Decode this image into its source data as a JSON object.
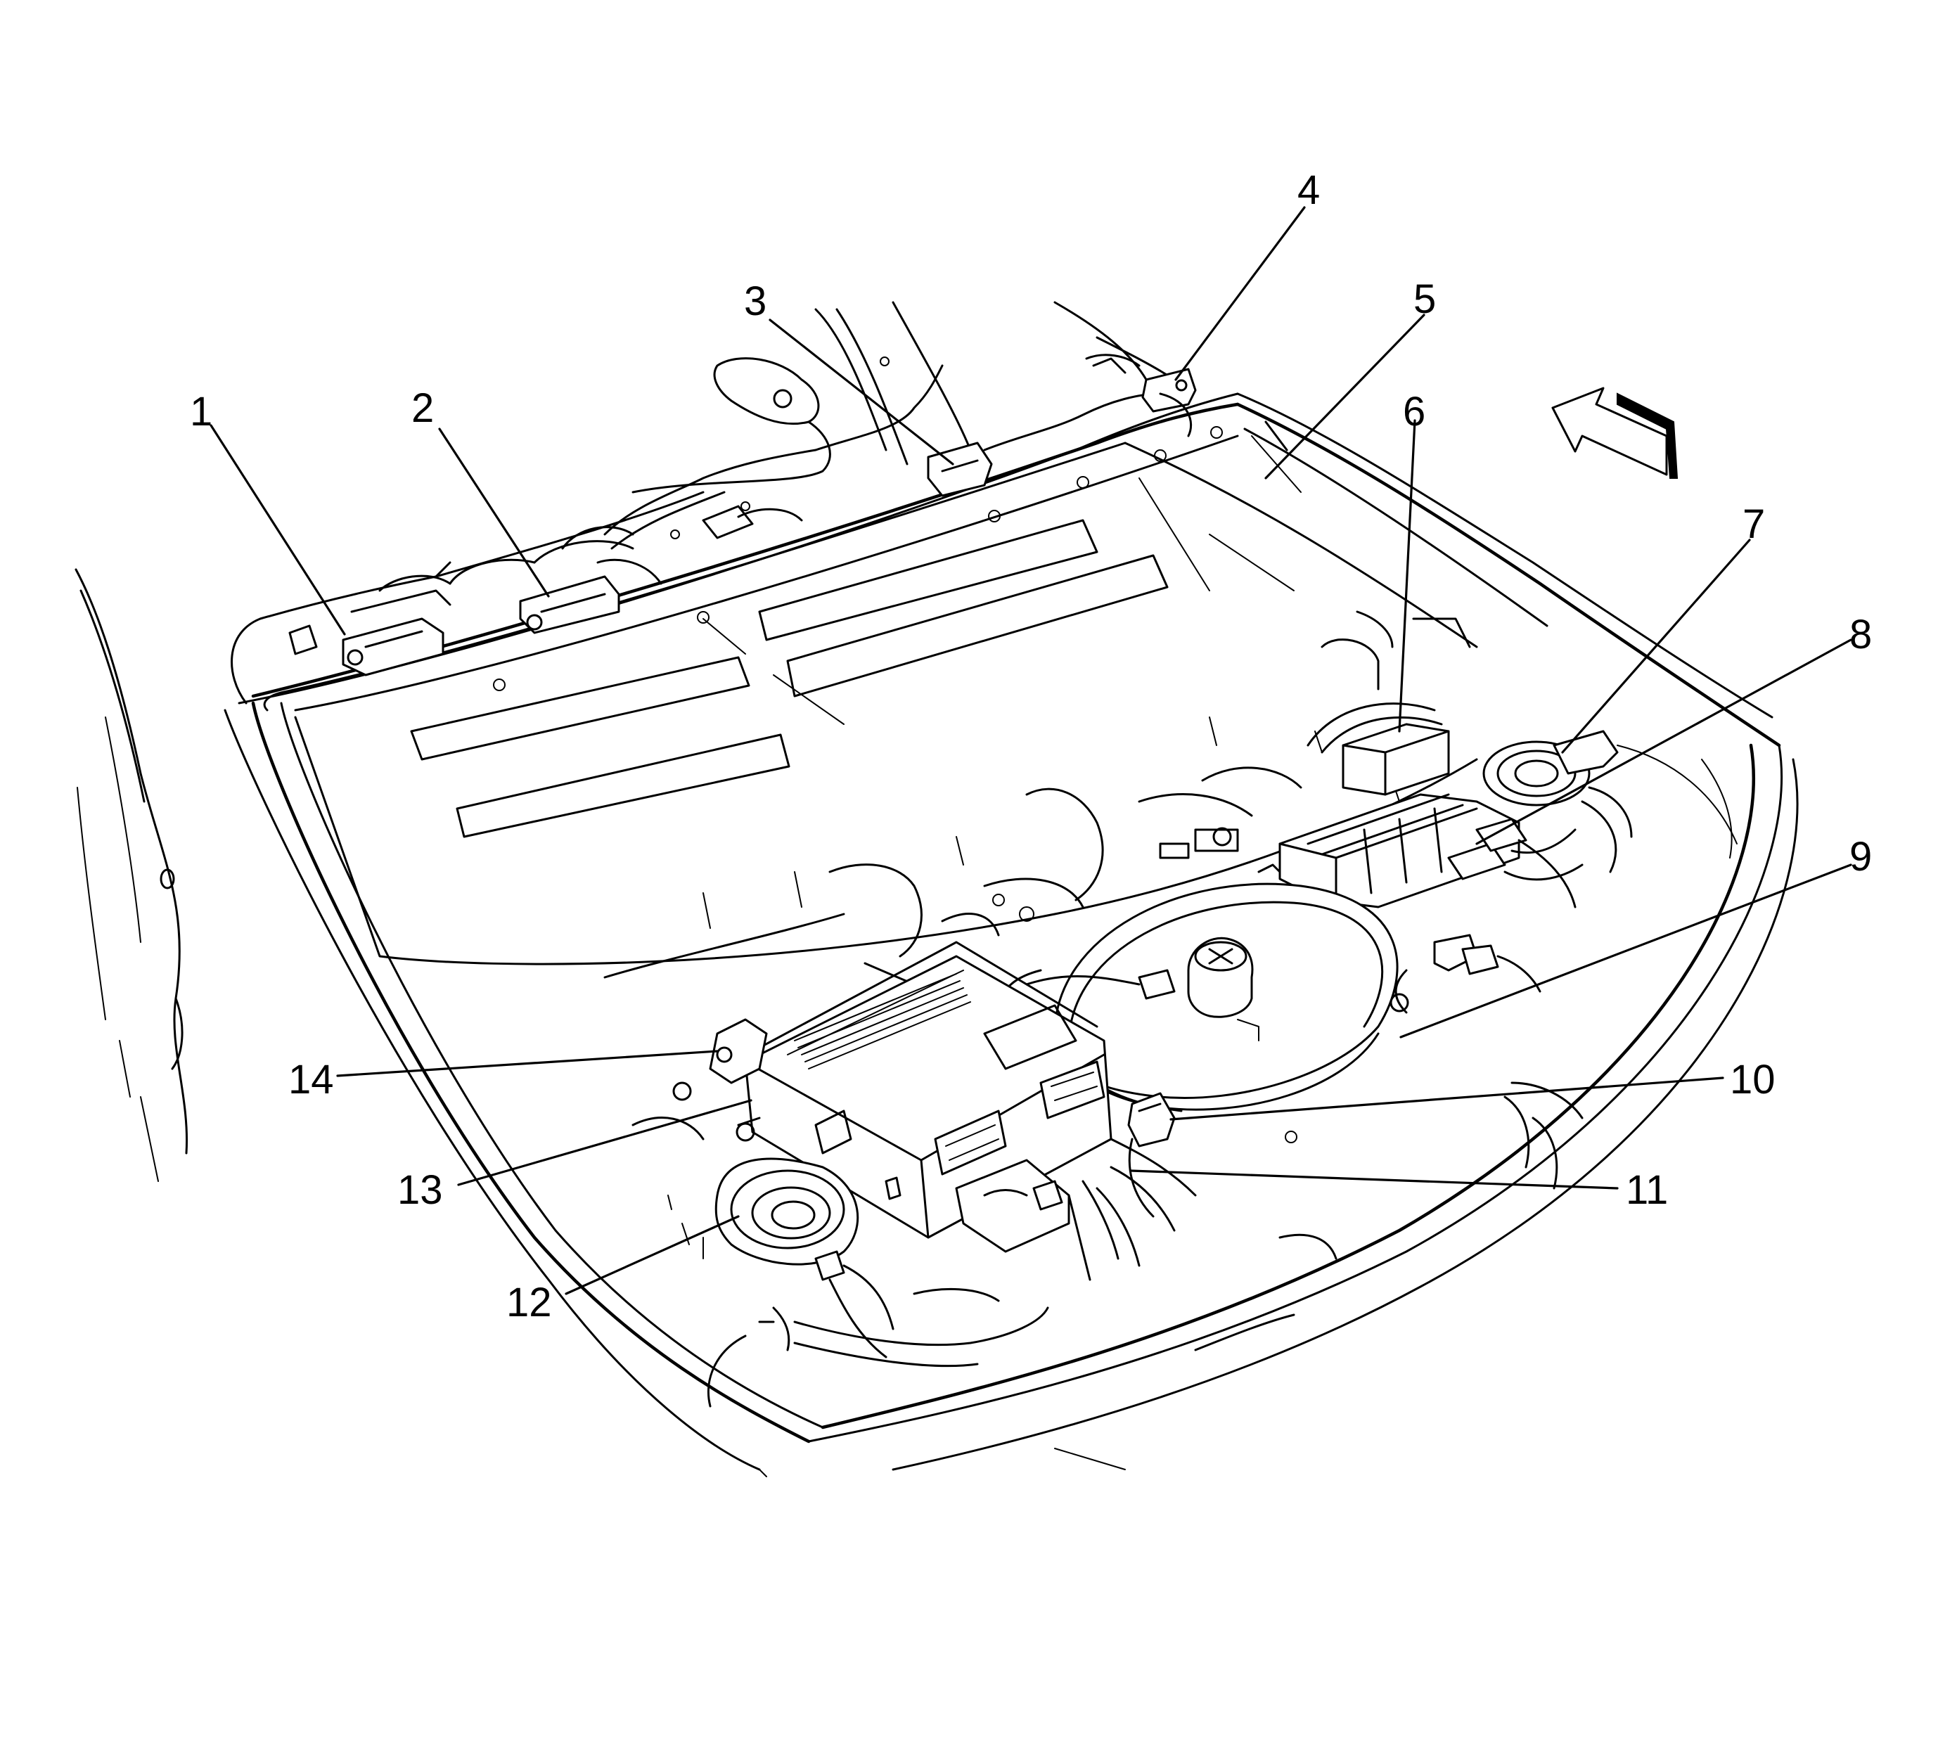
{
  "figure": {
    "background": "#ffffff",
    "line_color": "#000000"
  },
  "callouts": [
    {
      "label": "1"
    },
    {
      "label": "2"
    },
    {
      "label": "3"
    },
    {
      "label": "4"
    },
    {
      "label": "5"
    },
    {
      "label": "6"
    },
    {
      "label": "7"
    },
    {
      "label": "8"
    },
    {
      "label": "9"
    },
    {
      "label": "10"
    },
    {
      "label": "11"
    },
    {
      "label": "12"
    },
    {
      "label": "13"
    },
    {
      "label": "14"
    }
  ],
  "icons": {
    "direction_arrow": "front-direction-arrow-icon"
  }
}
